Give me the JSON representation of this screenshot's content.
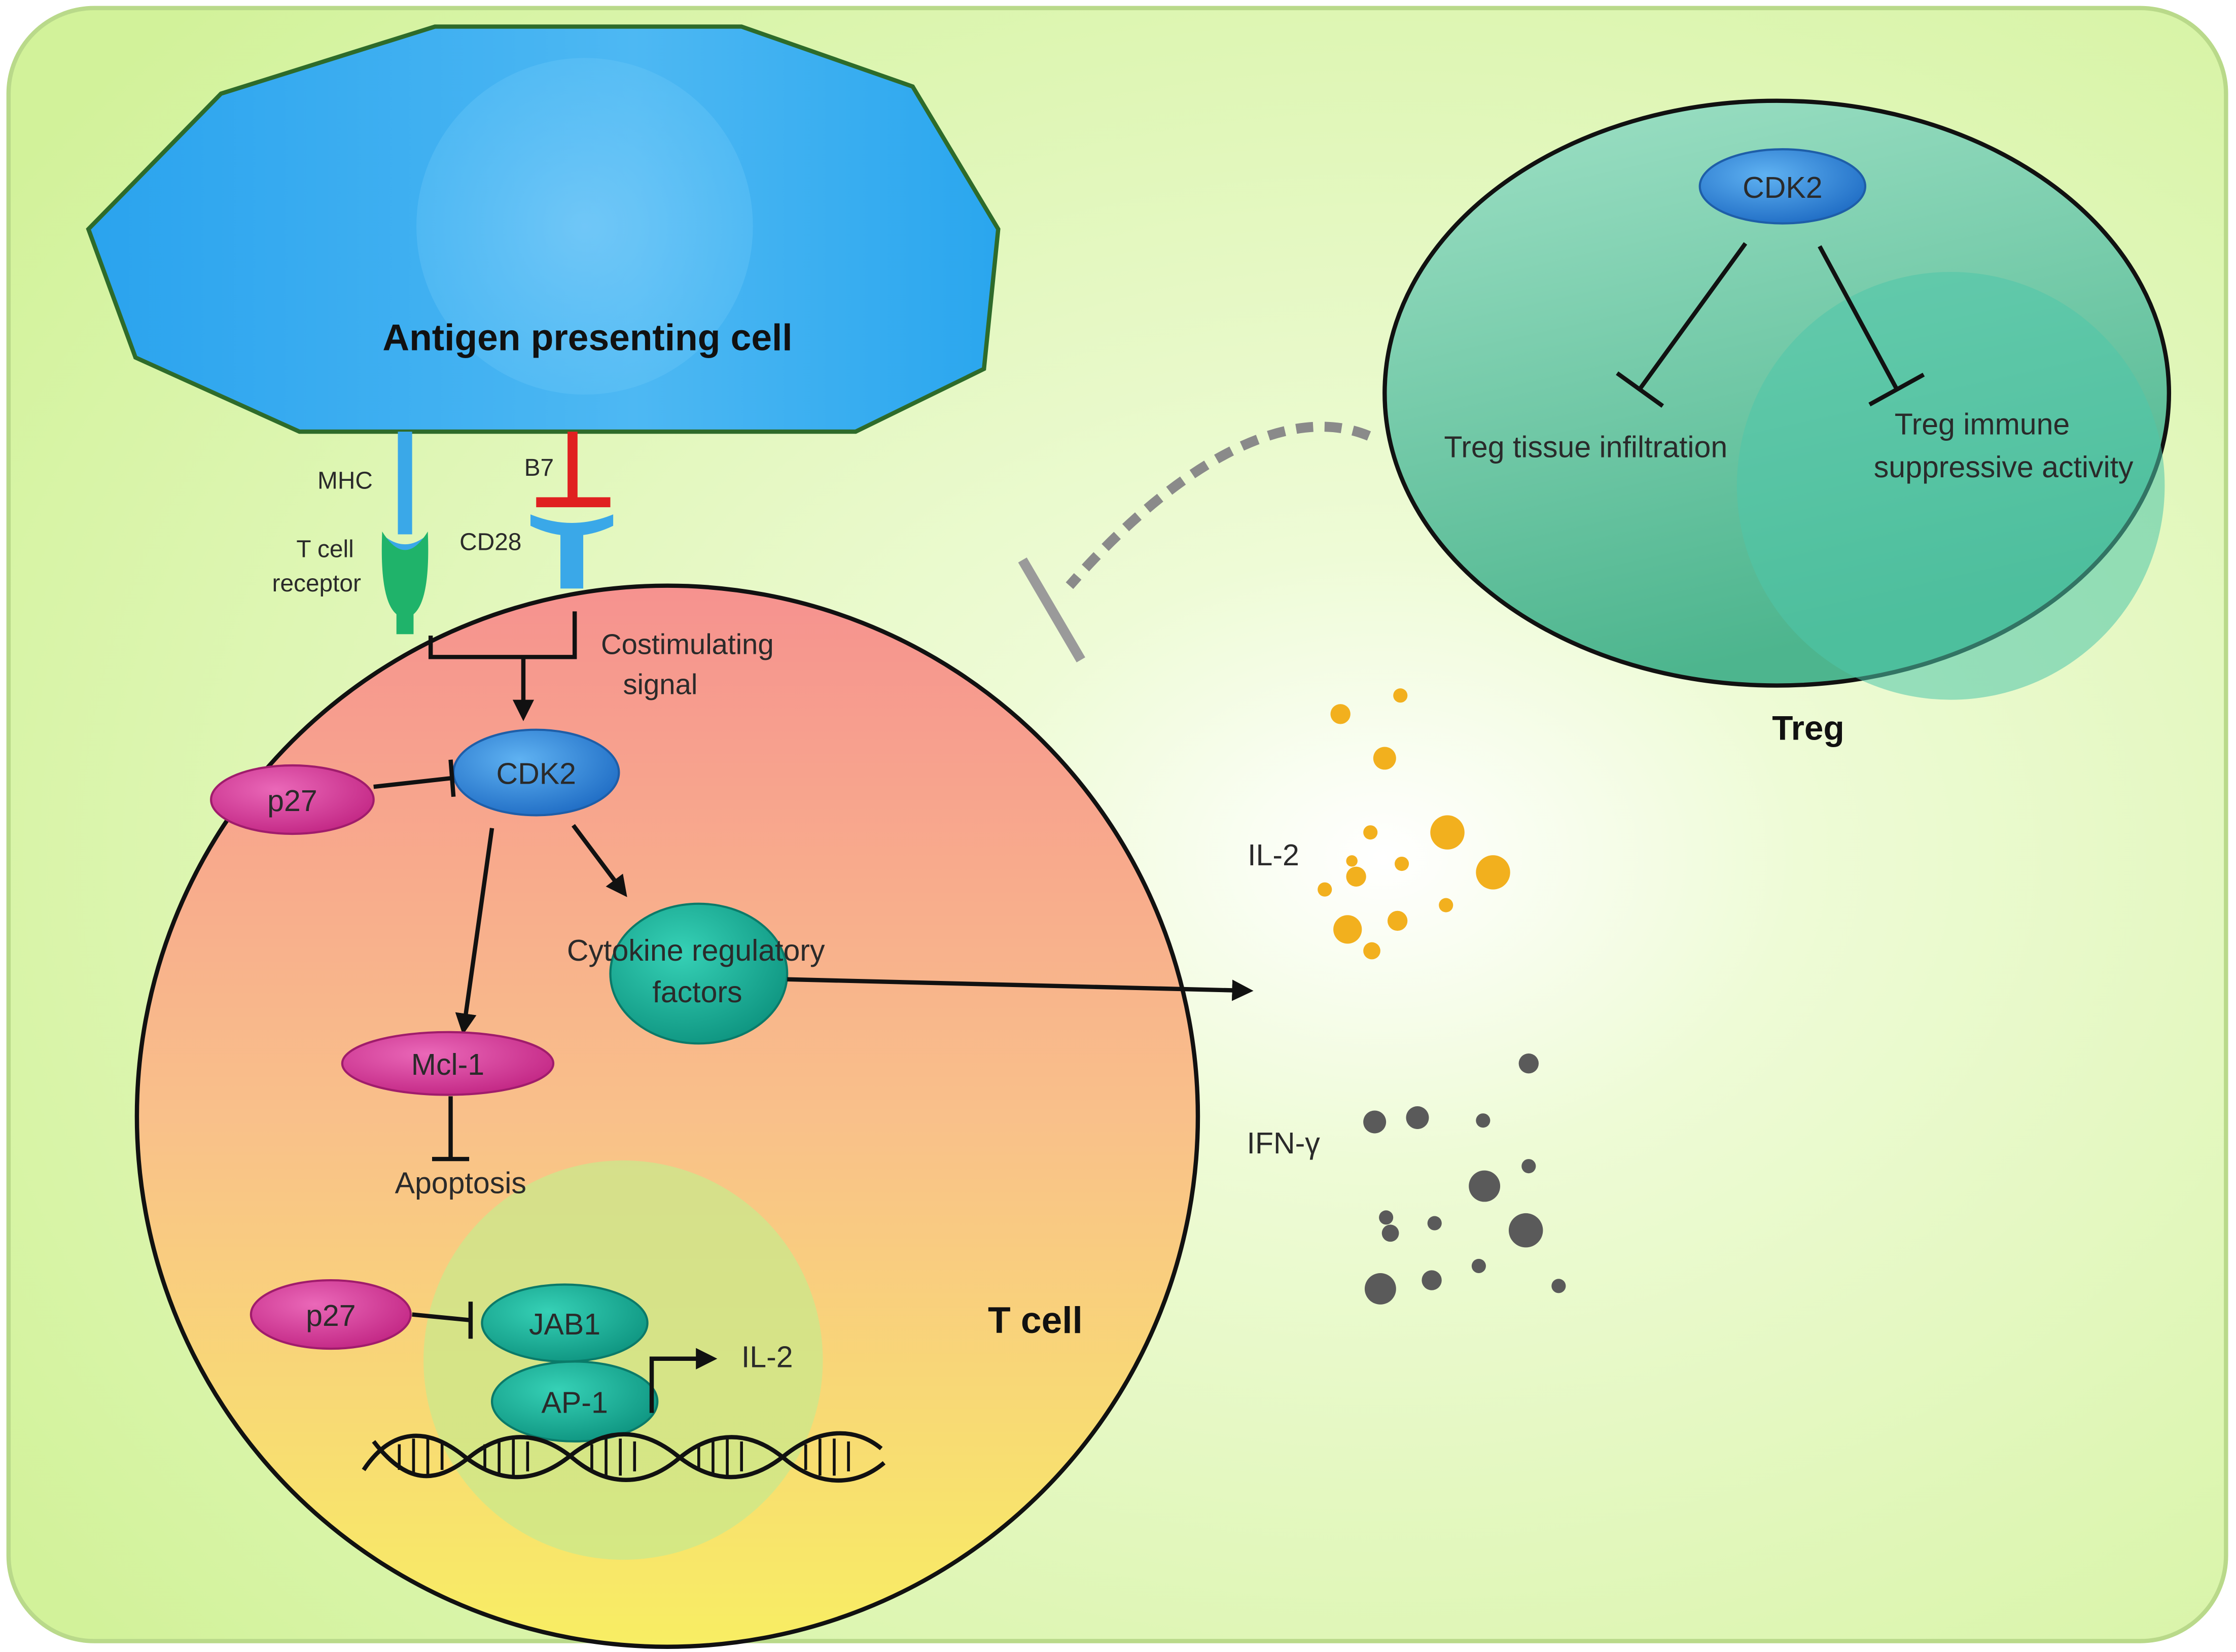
{
  "labels": {
    "apc": "Antigen presenting cell",
    "mhc": "MHC",
    "b7": "B7",
    "tcr_line1": "T cell",
    "tcr_line2": "receptor",
    "cd28": "CD28",
    "costim_line1": "Costimulating",
    "costim_line2": "signal",
    "cdk2_tcell": "CDK2",
    "p27_top": "p27",
    "cytokine_line1": "Cytokine regulatory",
    "cytokine_line2": "factors",
    "mcl1": "Mcl-1",
    "apoptosis": "Apoptosis",
    "p27_bottom": "p27",
    "jab1": "JAB1",
    "ap1": "AP-1",
    "il2_gene": "IL-2",
    "tcell": "T cell",
    "il2_secreted": "IL-2",
    "ifng": "IFN-γ",
    "cdk2_treg": "CDK2",
    "treg_infiltration": "Treg tissue infiltration",
    "treg_immune_line1": "Treg immune",
    "treg_immune_line2": "suppressive activity",
    "treg": "Treg"
  },
  "colors": {
    "background": "#d9f5a8",
    "apc_fill": "#3fb0f0",
    "tcell_top": "#f79a95",
    "tcell_bottom": "#f7ef6a",
    "treg_fill": "#6cc4a0",
    "cdk2": "#2e7fd4",
    "p27": "#d63a9a",
    "teal_node": "#1bb39c",
    "il2_dot": "#f2b01e",
    "ifng_dot": "#5a5a5a",
    "b7_red": "#e02020"
  }
}
